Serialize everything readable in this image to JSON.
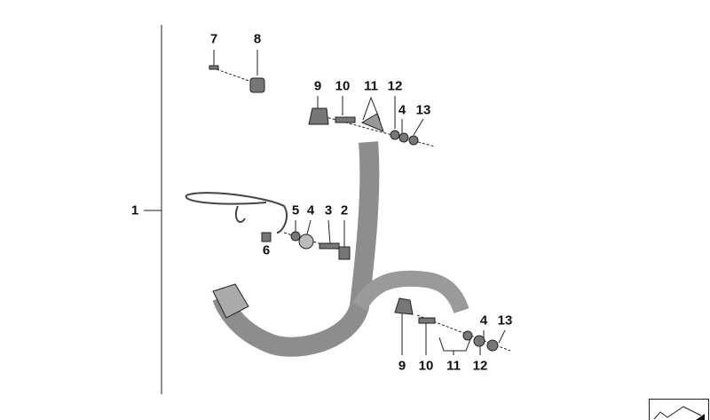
{
  "diagram": {
    "callouts": [
      {
        "id": "c-7",
        "text": "7"
      },
      {
        "id": "c-8",
        "text": "8"
      },
      {
        "id": "c-9-top",
        "text": "9"
      },
      {
        "id": "c-10-top",
        "text": "10"
      },
      {
        "id": "c-11-top",
        "text": "11"
      },
      {
        "id": "c-12-top",
        "text": "12"
      },
      {
        "id": "c-4-top",
        "text": "4"
      },
      {
        "id": "c-13-top",
        "text": "13"
      },
      {
        "id": "c-1",
        "text": "1"
      },
      {
        "id": "c-5",
        "text": "5"
      },
      {
        "id": "c-4-mid",
        "text": "4"
      },
      {
        "id": "c-3",
        "text": "3"
      },
      {
        "id": "c-2",
        "text": "2"
      },
      {
        "id": "c-6",
        "text": "6"
      },
      {
        "id": "c-4-bottom",
        "text": "4"
      },
      {
        "id": "c-13-bottom",
        "text": "13"
      },
      {
        "id": "c-9-bottom",
        "text": "9"
      },
      {
        "id": "c-10-bottom",
        "text": "10"
      },
      {
        "id": "c-11-bottom",
        "text": "11"
      },
      {
        "id": "c-12-bottom",
        "text": "12"
      }
    ],
    "nav_icon": "parts-overview-icon",
    "colors": {
      "line": "#222222",
      "strap": "#9a9a9a",
      "strap_dark": "#555555"
    }
  }
}
